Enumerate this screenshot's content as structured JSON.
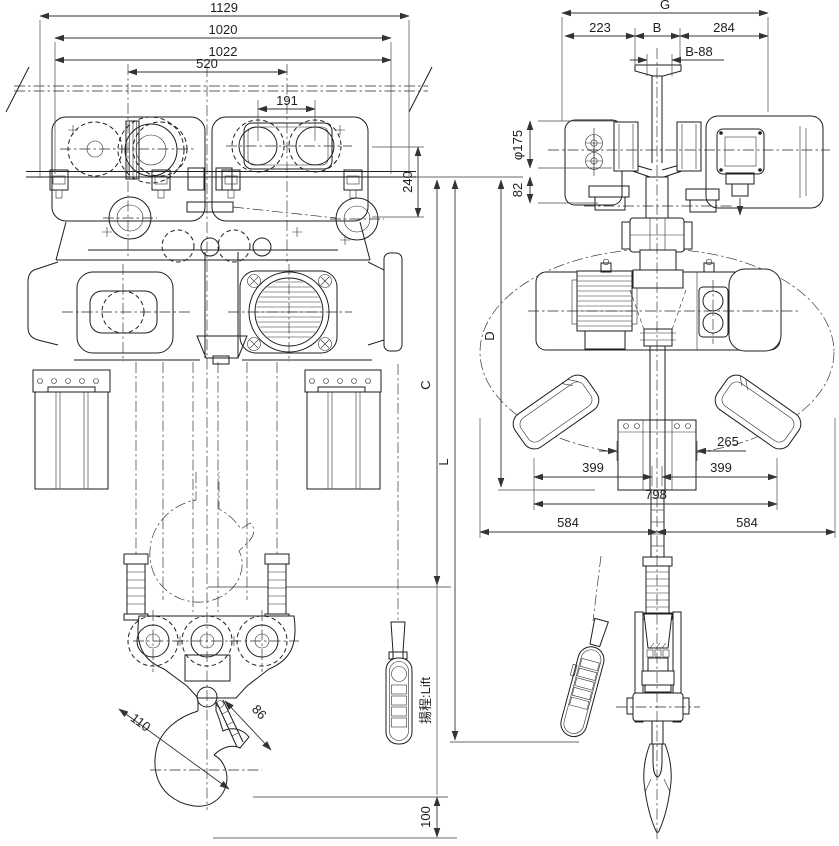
{
  "colors": {
    "background": "#ffffff",
    "line": "#1e1e1e",
    "dimension": "#333333",
    "reference_line": "#9c9c9c"
  },
  "front_view": {
    "dimensions": {
      "overall_1129": "1129",
      "span_1020": "1020",
      "span_1022": "1022",
      "bogie_centers_520": "520",
      "wheelbase_191": "191",
      "height_240": "240",
      "headroom_c": "C",
      "lift_l": "L",
      "clearance_100": "100",
      "hook_110": "110",
      "hook_throat_86": "86"
    },
    "pendant_label": "揚程:Lift"
  },
  "side_view": {
    "dimensions": {
      "overall_g": "G",
      "offset_223": "223",
      "flange_b": "B",
      "offset_284": "284",
      "web_b_minus_88": "B-88",
      "wheel_dia_175": "φ175",
      "flange_height_82": "82",
      "reach_d": "D",
      "bucket_265": "265",
      "left_399": "399",
      "right_399": "399",
      "total_798": "798",
      "left_584": "584",
      "right_584": "584"
    }
  }
}
